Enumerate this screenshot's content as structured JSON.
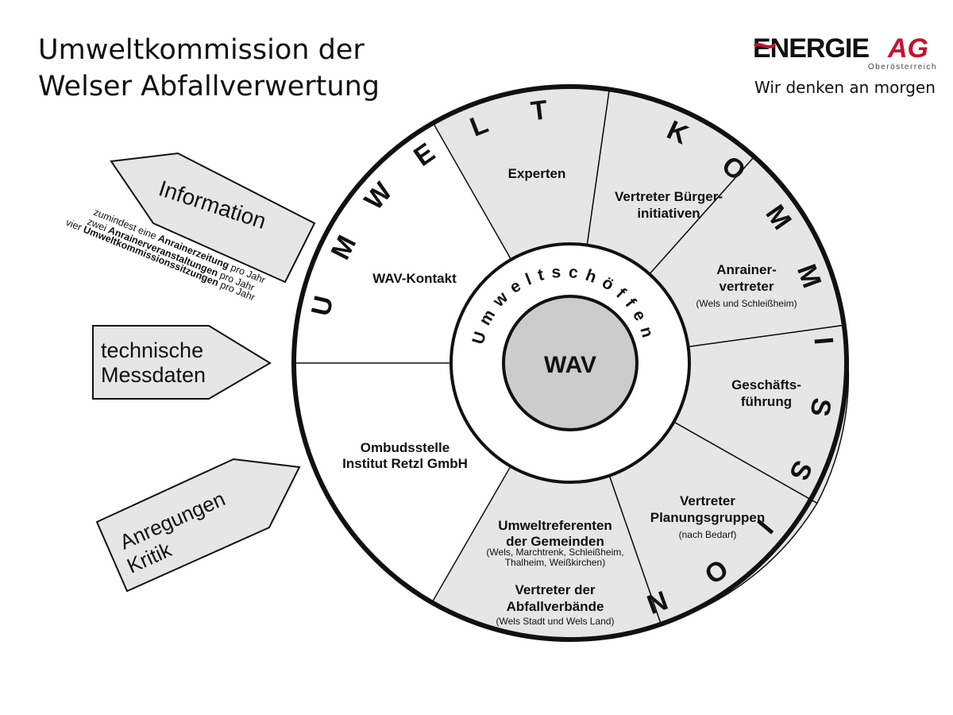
{
  "title": {
    "line1": "Umweltkommission der",
    "line2": "Welser Abfallverwertung"
  },
  "logo": {
    "brand_main": "ENERGIE",
    "brand_ag": "AG",
    "region": "Oberösterreich",
    "tagline": "Wir denken an morgen",
    "accent_color": "#c8102e"
  },
  "ring": {
    "outer_text_left": "UMWELT",
    "outer_text_right": "KOMMISSION",
    "inner_text": "Umweltschöffen",
    "center": "WAV"
  },
  "segments": {
    "experten": "Experten",
    "buergerinitiativen": {
      "line1": "Vertreter Bürger-",
      "line2": "initiativen"
    },
    "anrainervertreter": {
      "line1": "Anrainer-",
      "line2": "vertreter",
      "note": "(Wels und Schleißheim)"
    },
    "geschaeftsfuehrung": {
      "line1": "Geschäfts-",
      "line2": "führung"
    },
    "planungsgruppen": {
      "line1": "Vertreter",
      "line2": "Planungsgruppen",
      "note": "(nach Bedarf)"
    },
    "umweltreferenten": {
      "line1": "Umweltreferenten",
      "line2": "der Gemeinden",
      "note1": "(Wels, Marchtrenk, Schleißheim,",
      "note2": "Thalheim, Weißkirchen)"
    },
    "abfallverbaende": {
      "line1": "Vertreter der",
      "line2": "Abfallverbände",
      "note": "(Wels Stadt und Wels Land)"
    },
    "wav_kontakt": "WAV-Kontakt",
    "ombudsstelle": {
      "line1": "Ombudsstelle",
      "line2": "Institut Retzl GmbH"
    }
  },
  "arrows": {
    "information": {
      "label": "Information",
      "detail": [
        {
          "pre": "zumindest eine ",
          "bold": "Anrainerzeitung",
          "post": " pro Jahr"
        },
        {
          "pre": "zwei ",
          "bold": "Anrainerveranstaltungen",
          "post": " pro Jahr"
        },
        {
          "pre": "vier ",
          "bold": "Umweltkommissionssitzungen",
          "post": " pro Jahr"
        }
      ]
    },
    "messdaten": {
      "line1": "technische",
      "line2": "Messdaten"
    },
    "anregungen": {
      "line1": "Anregungen",
      "line2": "Kritik"
    }
  },
  "colors": {
    "segment_fill": "#e6e6e6",
    "center_fill": "#cccccc",
    "stroke": "#111111"
  }
}
